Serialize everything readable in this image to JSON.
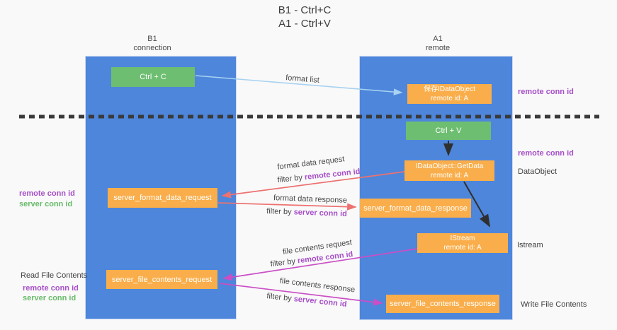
{
  "title": {
    "line1": "B1 - Ctrl+C",
    "line2": "A1 - Ctrl+V"
  },
  "lanes": {
    "left": {
      "name": "B1",
      "sub": "connection"
    },
    "right": {
      "name": "A1",
      "sub": "remote"
    }
  },
  "nodes": {
    "ctrl_c": {
      "label": "Ctrl + C"
    },
    "save_idataobject": {
      "line1": "保存IDataObject",
      "line2": "remote id: A"
    },
    "ctrl_v": {
      "label": "Ctrl + V"
    },
    "getdata": {
      "line1": "IDataObject::GetData",
      "line2": "remote id: A"
    },
    "format_request": {
      "label": "server_format_data_request"
    },
    "format_response": {
      "label": "server_format_data_response"
    },
    "istream": {
      "line1": "IStream",
      "line2": "remote id: A"
    },
    "file_request": {
      "label": "server_file_contents_request"
    },
    "file_response": {
      "label": "server_file_contents_response"
    }
  },
  "edge_labels": {
    "format_list": "format list",
    "format_data_request": "format data request",
    "format_data_response": "format data response",
    "file_contents_request": "file contents request",
    "file_contents_response": "file contents response",
    "filter_by": "filter by ",
    "remote_conn_id": "remote conn id",
    "server_conn_id": "server conn id"
  },
  "side_labels": {
    "remote_conn_id": "remote conn id",
    "server_conn_id": "server conn id",
    "dataobject": "DataObject",
    "istream": "Istream",
    "read_file_contents": "Read File Contents",
    "write_file_contents": "Write File Contents"
  },
  "colors": {
    "lane_blue": "#4d86db",
    "node_orange": "#f9ae4b",
    "node_green": "#6ebe71",
    "arrow_red": "#ed7170",
    "arrow_magenta": "#ca4fc6",
    "arrow_lightblue": "#a8d2f0",
    "arrow_black": "#2f2f2f",
    "label_purple": "#a74fc8",
    "label_green": "#68bb6a"
  }
}
